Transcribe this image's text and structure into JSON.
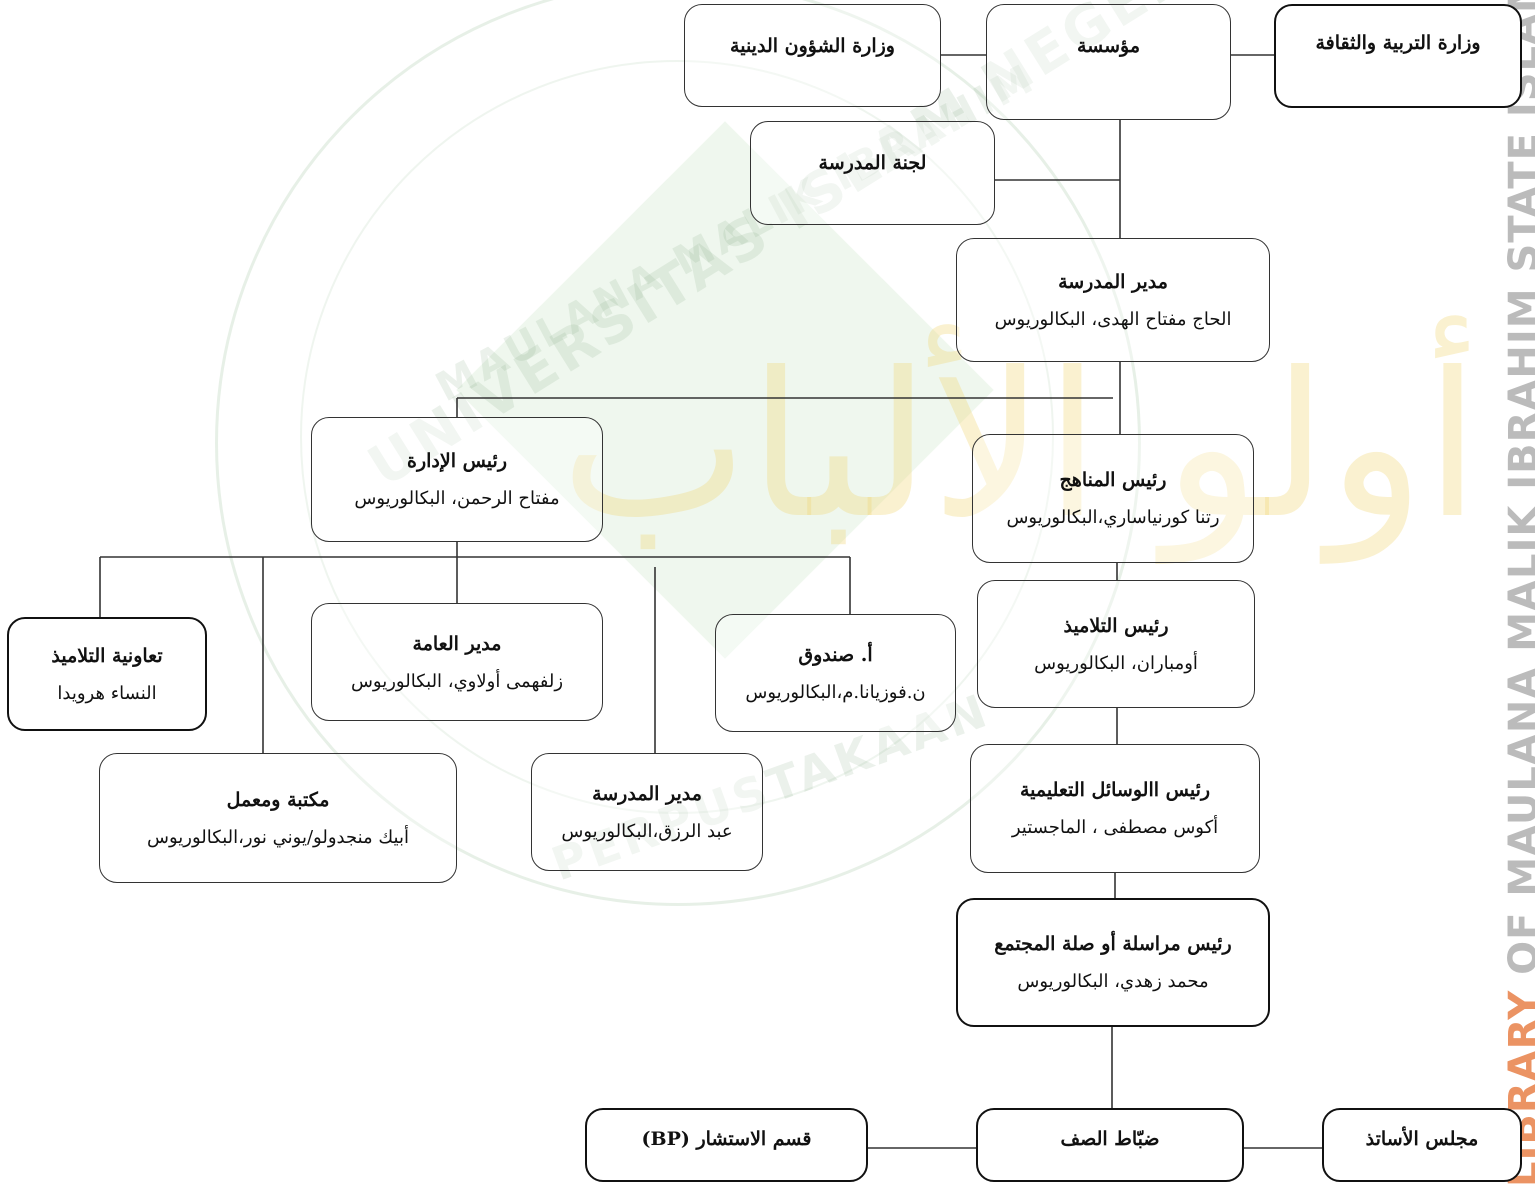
{
  "watermark": {
    "arc_top": "UNIVERSITAS ISLAM NEGERI",
    "arc_mid": "MAULANA MALIK IBRAHIM",
    "arc_bottom": "PERPUSTAKAAN",
    "calligraphy": "أولو الألباب",
    "side_first": "LIBRARY",
    "side_rest": " OF MAULANA MALIK IBRAHIM STATE ISLAMIC",
    "colors": {
      "green": "#7fbf78",
      "gold": "#f0d778",
      "gray": "#969696",
      "orange": "#e6783c"
    }
  },
  "nodes": {
    "ministry_education": {
      "title": "وزارة التربية والثقافة"
    },
    "foundation": {
      "title": "مؤسسة"
    },
    "ministry_religious": {
      "title": "وزارة الشؤون الدينية"
    },
    "school_committee": {
      "title": "لجنة المدرسة"
    },
    "principal": {
      "title": "مدير المدرسة",
      "name": "الحاج مفتاح الهدى، البكالوريوس"
    },
    "head_curriculum": {
      "title": "رئيس المناهج",
      "name": "رتنا كورنياساري،البكالوريوس"
    },
    "head_admin": {
      "title": "رئيس الإدارة",
      "name": "مفتاح الرحمن، البكالوريوس"
    },
    "head_students": {
      "title": "رئيس التلاميذ",
      "name": "أومباران، البكالوريوس"
    },
    "student_coop": {
      "title": "تعاونية التلاميذ",
      "name": "النساء هرويدا"
    },
    "general_manager": {
      "title": "مدير العامة",
      "name": "زلفهمى أولاوي، البكالوريوس"
    },
    "treasurer": {
      "title": "أ. صندوق",
      "name": "ن.فوزيانا.م،البكالوريوس"
    },
    "head_media": {
      "title": "رئيس االوسائل التعليمية",
      "name": "أكوس مصطفى ، الماجستير"
    },
    "library_lab": {
      "title": "مكتبة ومعمل",
      "name": "أبيك منجدولو/يوني نور،البكالوريوس"
    },
    "school_manager": {
      "title": "مدير المدرسة",
      "name": "عبد الرزق،البكالوريوس"
    },
    "head_community": {
      "title": "رئيس مراسلة أو صلة المجتمع",
      "name": "محمد زهدي، البكالوريوس"
    },
    "counseling": {
      "title": "قسم الاستشار (BP)"
    },
    "class_officers": {
      "title": "ضبّاط الصف"
    },
    "teachers_council": {
      "title": "مجلس الأساتذ"
    }
  }
}
